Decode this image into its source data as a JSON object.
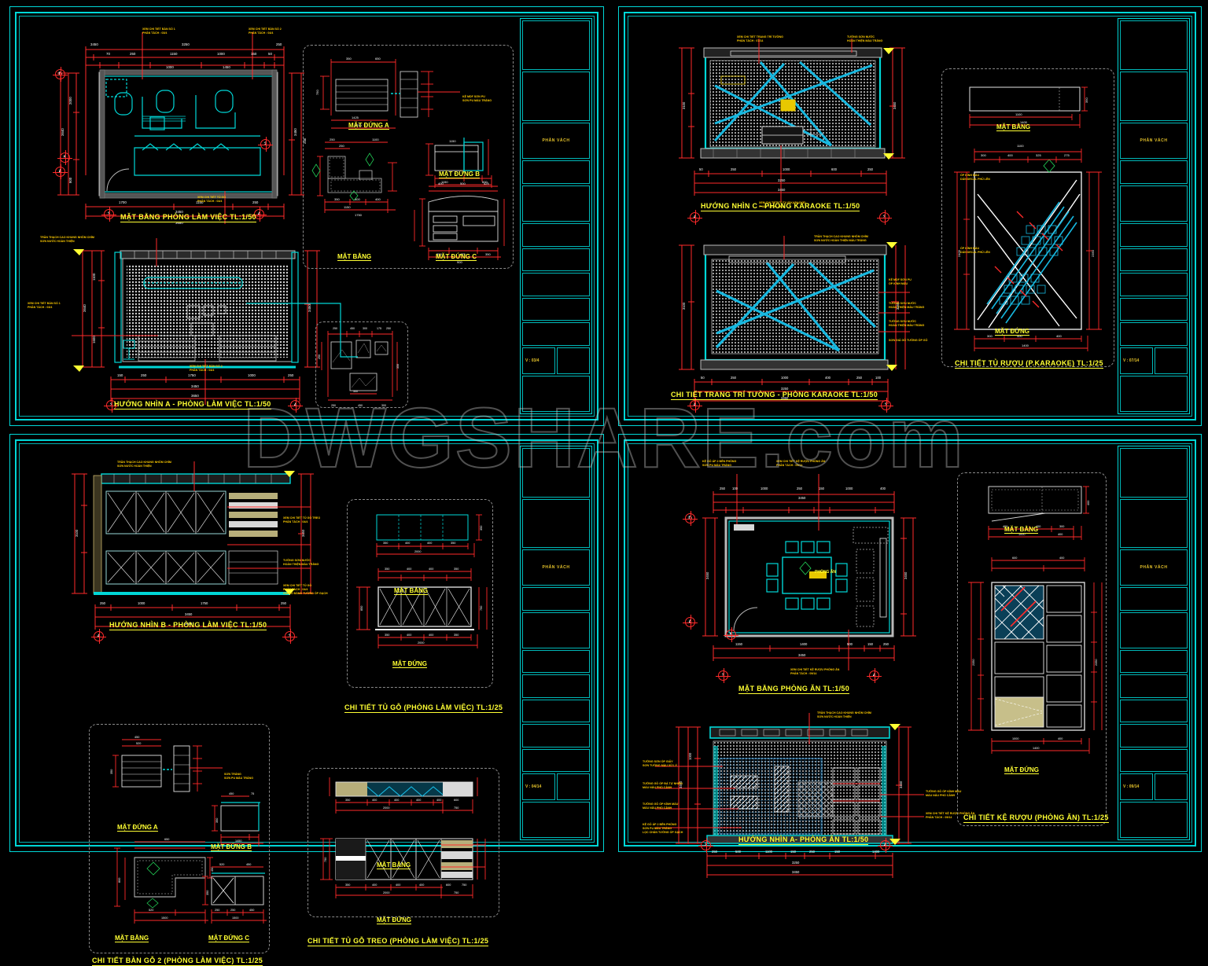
{
  "app": {
    "background_color": "#000000",
    "accent_cyan": "#00d7d7",
    "dim_red": "#ff2a2a",
    "title_yellow": "#ffff33",
    "note_yellow": "#ffcc00"
  },
  "watermark": {
    "text": "DWGSHARE.com"
  },
  "sheets": [
    {
      "id": "sheet-top-left",
      "titleblock": {
        "label": "PHÂN VÁCH",
        "code": "V : 03/4"
      },
      "drawings": [
        {
          "name": "plan-office",
          "title": "MẶT BẰNG PHÒNG LÀM VIỆC TL:1/50"
        },
        {
          "name": "elevation-a-office",
          "title": "HƯỚNG NHÌN A - PHÒNG LÀM VIỆC TL:1/50"
        }
      ],
      "sub_titles": [
        "MẶT ĐỨNG A",
        "MẶT ĐỨNG B",
        "MẶT BẰNG",
        "MẶT ĐỨNG C"
      ],
      "notes": [
        "XEM CHI TIẾT BÀN SỐ 1\nPHẦN TÁCH : 03/4",
        "XEM CHI TIẾT BÀN SỐ 2\nPHẦN TÁCH : 04/4",
        "TRẦN THẠCH CAO KHUNG NHÔM CHÌM\nSƠN NƯỚC HOÀN THIỆN",
        "XEM CHI TIẾT BÀN SỐ 1\nPHẦN TÁCH : 03/4",
        "XEM CHI TIẾT TỦ GỖ\nPHẦN TÁCH : 04/4",
        "XEM CHI TIẾT BÀN SỐ 2\nPHẦN TÁCH : 04/4",
        "KỆ MDF SƠN PU\nSƠN PU MÀU TRẮNG"
      ],
      "grid_bubbles": [
        "D",
        "A",
        "3",
        "4",
        "2"
      ],
      "dimensions": {
        "plan_top": [
          "250",
          "70",
          "250",
          "1150",
          "1000",
          "150",
          "50",
          "50"
        ],
        "plan_totals": [
          "3750",
          "3450",
          "3250"
        ],
        "plan_left": [
          "250",
          "2000",
          "2640",
          "3640",
          "800"
        ],
        "plan_bottom": [
          "1700",
          "1150",
          "250",
          "3450",
          "3650"
        ],
        "elevation_bottom": [
          "150",
          "250",
          "1750",
          "1000",
          "1450",
          "250",
          "3450",
          "3650"
        ]
      }
    },
    {
      "id": "sheet-top-right",
      "titleblock": {
        "label": "PHÂN VÁCH",
        "code": "V : 07/14"
      },
      "drawings": [
        {
          "name": "view-c-karaoke",
          "title": "HƯỚNG NHÌN C - PHÒNG KARAOKE TL:1/50"
        },
        {
          "name": "wall-decor-karaoke",
          "title": "CHI TIẾT TRANG TRÍ TƯỜNG - PHÒNG KARAOKE TL:1/50"
        },
        {
          "name": "wine-cabinet-karaoke",
          "title": "CHI TIẾT TỦ RƯỢU (P.KARAOKE) TL:1/25"
        }
      ],
      "sub_titles": [
        "MẶT BẰNG",
        "MẶT ĐỨNG"
      ],
      "notes": [
        "XEM CHI TIẾT TRANG TRÍ TƯỜNG\nPHẦN TÁCH : 07/14",
        "TƯỜNG SƠN NƯỚC\nHOÀN THIỆN MÀU TRẮNG",
        "XEM CHI TIẾT TỦ TV (P.KARAOKE)\nPHẦN TÁCH : 08/14",
        "TRẦN THẠCH CAO KHUNG NHÔM CHÌM\nSƠN NƯỚC HOÀN THIỆN MÀU TRẮNG",
        "KỆ MDF SƠN PU\nỐP KÍNH MÀU",
        "TƯỜNG SƠN NƯỚC\nHOÀN THIỆN MÀU TRẮNG",
        "TƯỜNG SƠN NƯỚC\nHOÀN THIỆN MÀU TRẮNG",
        "SƠN GIẢ GỖ TƯỜNG ỐP GỖ",
        "ỐP KÍNH MÀU\nDÁN DECAL PHỦ LÊN",
        "ỐP KÍNH MÀU\nDÁN DECAL PHỦ LÊN"
      ],
      "grid_bubbles": [
        "4",
        "3"
      ],
      "dimensions": {
        "bottom": [
          "50",
          "250",
          "1000",
          "600",
          "250",
          "100",
          "400",
          "100"
        ],
        "totals": [
          "3250",
          "3450"
        ]
      }
    },
    {
      "id": "sheet-bottom-left",
      "titleblock": {
        "label": "PHÂN VÁCH",
        "code": "V : 04/14"
      },
      "drawings": [
        {
          "name": "view-b-office",
          "title": "HƯỚNG NHÌN B - PHÒNG LÀM VIỆC TL:1/50"
        },
        {
          "name": "wood-cabinet-office",
          "title": "CHI TIẾT TỦ GỖ (PHÒNG LÀM VIỆC) TL:1/25"
        },
        {
          "name": "wood-desk-2-office",
          "title": "CHI TIẾT BÀN GỖ 2 (PHÒNG LÀM VIỆC)  TL:1/25"
        },
        {
          "name": "hanging-cabinet-office",
          "title": "CHI TIẾT TỦ GỖ TREO (PHÒNG LÀM VIỆC) TL:1/25"
        }
      ],
      "sub_titles": [
        "MẶT BẰNG",
        "MẶT ĐỨNG",
        "MẶT ĐỨNG A",
        "MẶT ĐỨNG B",
        "MẶT BẰNG",
        "MẶT ĐỨNG C",
        "MẶT BẰNG",
        "MẶT ĐỨNG"
      ],
      "notes": [
        "TRẦN THẠCH CAO KHUNG NHÔM CHÌM\nSƠN NƯỚC HOÀN THIỆN",
        "XEM CHI TIẾT TỦ GỖ TREO\nPHẦN TÁCH : 04/4",
        "TƯỜNG SƠN NƯỚC\nHOÀN THIỆN MÀU TRẮNG",
        "XEM CHI TIẾT TỦ GỖ\nPHẦN TÁCH : 04/4\nGIA CỐ BẰNG TƯỜNG ỐP GẠCH",
        "SƠN TRẮNG\nSƠN PU MÀU TRẮNG"
      ],
      "grid_bubbles": [
        "4",
        "3"
      ],
      "dimensions": {
        "view_b_bottom": [
          "250",
          "1000",
          "1750",
          "250",
          "3450",
          "3650"
        ],
        "cabinet": [
          "350",
          "400",
          "400",
          "400",
          "350",
          "2000"
        ]
      }
    },
    {
      "id": "sheet-bottom-right",
      "titleblock": {
        "label": "PHÂN VÁCH",
        "code": "V : 09/14"
      },
      "drawings": [
        {
          "name": "plan-dining-room",
          "title": "MẶT BẰNG PHÒNG ĂN TL:1/50"
        },
        {
          "name": "view-a-dining-room",
          "title": "HƯỚNG NHÌN A- PHÒNG ĂN TL:1/50"
        },
        {
          "name": "wine-shelf-dining",
          "title": "CHI TIẾT KỆ RƯỢU (PHÒNG ĂN) TL:1/25"
        }
      ],
      "sub_titles": [
        "MẶT BẰNG",
        "MẶT ĐỨNG"
      ],
      "notes": [
        "KỆ GỖ ÁP 2 BÊN PHÒNG\nSƠN PU MÀU TRẮNG",
        "XEM CHI TIẾT KỆ RƯỢU PHÒNG ĂN\nPHẦN TÁCH : 09/14",
        "XEM CHI TIẾT KỆ RƯỢU PHÒNG ĂN\nPHẦN TÁCH : 09/14",
        "TRẦN THẠCH CAO KHUNG NHÔM CHÌM\nSƠN NƯỚC HOÀN THIỆN",
        "TƯỜNG SƠN ỐP GIẤY\nSƠN TƯỜNG MÀU XỬ LÝ",
        "TƯỜNG GỖ ỐP ĐÁ TỰ NHIÊN\nMÀU NÂU PHỔ CẢNH",
        "TƯỜNG GỖ ỐP KÍNH MÀU\nMÀU NÂU PHỔ CẢNH",
        "KỆ GỖ ÁP 2 BÊN PHÒNG\nSƠN PU MÀU TRẮNG\nLỌC CHẮN TƯỜNG ỐP GẠCH",
        "TƯỜNG GỖ ỐP KÍNH MÀU\nMÀU NÂU PHỔ CẢNH"
      ],
      "grid_bubbles": [
        "D",
        "A",
        "3",
        "4"
      ],
      "room_label": "PHÒNG ĂN",
      "dimensions": {
        "plan_top": [
          "250",
          "100",
          "1000",
          "250",
          "150",
          "1000",
          "400"
        ],
        "plan_total": [
          "3450"
        ],
        "plan_bottom": [
          "1150",
          "1400",
          "500",
          "150",
          "250",
          "3450"
        ],
        "view_bottom": [
          "250",
          "500",
          "1100",
          "150",
          "250",
          "150",
          "1400",
          "250",
          "3250",
          "3450"
        ]
      }
    }
  ]
}
